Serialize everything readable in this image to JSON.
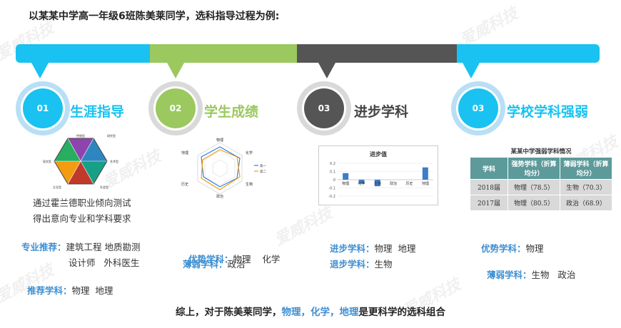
{
  "title": "以某某中学高一年级6班陈美莱同学，选科指导过程为例:",
  "colors": {
    "cyan": "#19c2f0",
    "green": "#9bc85f",
    "dark": "#555555",
    "blue_text": "#3e8fd2"
  },
  "steps": [
    {
      "num": "01",
      "title": "生涯指导"
    },
    {
      "num": "02",
      "title": "学生成绩"
    },
    {
      "num": "03",
      "title": "进步学科"
    },
    {
      "num": "03",
      "title": "学校学科强弱"
    }
  ],
  "career": {
    "hex_labels": [
      "传统型",
      "研究型",
      "艺术型",
      "社会型",
      "企业型",
      "现实型"
    ],
    "desc1": "通过霍兰德职业倾向测试",
    "desc2": "得出意向专业和学科要求",
    "major_label": "专业推荐：",
    "majors_line1": "建筑工程 地质勘测",
    "majors_line2": "设计师   外科医生",
    "subj_label": "推荐学科：",
    "subj_value": "物理  地理"
  },
  "grades": {
    "radar_labels": [
      "物理",
      "化学",
      "生物",
      "政治",
      "历史",
      "地理"
    ],
    "legend": [
      "高一",
      "高二"
    ],
    "strong_label": "优势学科：",
    "strong_value": "物理    化学",
    "weak_label": "薄弱学科：",
    "weak_value": "政治"
  },
  "progress": {
    "chart_title": "进步值",
    "categories": [
      "物理",
      "化学",
      "生物",
      "政治",
      "历史",
      "地理"
    ],
    "yticks": [
      "0.2",
      "0.1",
      "0",
      "-0.1",
      "-0.2"
    ],
    "up_label": "进步学科：",
    "up_value": "物理  地理",
    "down_label": "退步学科：",
    "down_value": "生物"
  },
  "chart_data": {
    "type": "bar",
    "title": "进步值",
    "categories": [
      "物理",
      "化学",
      "生物",
      "政治",
      "历史",
      "地理"
    ],
    "values": [
      0.08,
      -0.05,
      -0.08,
      0.0,
      0.0,
      0.15
    ],
    "ylim": [
      -0.2,
      0.2
    ]
  },
  "school": {
    "table_title": "某某中学强弱学科情况",
    "headers": [
      "学科",
      "强势学科（折算均分）",
      "薄弱学科（折算均分）"
    ],
    "rows": [
      [
        "2018届",
        "物理（78.5）",
        "生物（70.3）"
      ],
      [
        "2017届",
        "物理（80.5）",
        "政治（68.9）"
      ]
    ],
    "strong_label": "优势学科：",
    "strong_value": "物理",
    "weak_label": "薄弱学科：",
    "weak_value": "生物   政治"
  },
  "conclusion": {
    "prefix": "综上，对于陈美莱同学，",
    "s1": "物理",
    "sep": "，",
    "s2": "化学",
    "s3": "地理",
    "suffix": "是更科学的选科组合"
  },
  "watermark": "爱威科技"
}
